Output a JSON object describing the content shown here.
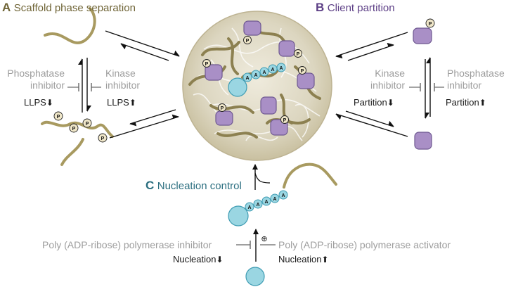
{
  "colors": {
    "scaffold": "#a89a60",
    "scaffold_dark": "#6f6436",
    "client": "#a98fc6",
    "client_dark": "#6e5891",
    "rna": "#9ad6e2",
    "rna_dark": "#3f9cb3",
    "droplet": "#dcd6c0",
    "title_A": "#6f6436",
    "title_B": "#5d3f86",
    "title_C": "#2c6f80",
    "gray_text": "#9d9d9d"
  },
  "panel_a": {
    "letter": "A",
    "title": "Scaffold phase separation",
    "left_label_1": "Phosphatase",
    "left_label_2": "inhibitor",
    "left_result": "LLPS",
    "left_result_arrow": "down",
    "right_label_1": "Kinase",
    "right_label_2": "inhibitor",
    "right_result": "LLPS",
    "right_result_arrow": "up"
  },
  "panel_b": {
    "letter": "B",
    "title": "Client partition",
    "left_label_1": "Kinase",
    "left_label_2": "inhibitor",
    "left_result": "Partition",
    "left_result_arrow": "down",
    "right_label_1": "Phosphatase",
    "right_label_2": "inhibitor",
    "right_result": "Partition",
    "right_result_arrow": "up"
  },
  "panel_c": {
    "letter": "C",
    "title": "Nucleation control",
    "left_label": "Poly (ADP-ribose) polymerase inhibitor",
    "left_result": "Nucleation",
    "left_result_arrow": "down",
    "right_label": "Poly (ADP-ribose) polymerase activator",
    "right_result": "Nucleation",
    "right_result_arrow": "up",
    "activator_sign": "⊕"
  },
  "glyphs": {
    "phospho": "P",
    "adp": "A",
    "arrow_down": "⬇",
    "arrow_up": "⬆"
  },
  "icons": [
    "droplet",
    "scaffold-strand",
    "client-protein",
    "phosphate-group",
    "par-chain",
    "inhibition-bar",
    "reaction-arrow"
  ]
}
